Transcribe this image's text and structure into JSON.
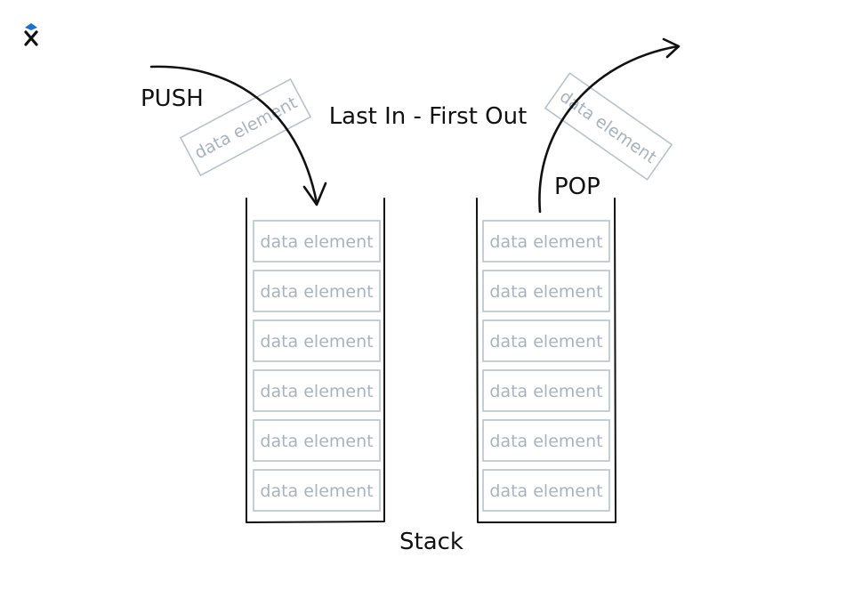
{
  "diagram": {
    "title": "Last In - First Out",
    "caption": "Stack",
    "push_label": "PUSH",
    "pop_label": "POP",
    "element_label": "data element",
    "stacks": [
      {
        "items": [
          "data element",
          "data element",
          "data element",
          "data element",
          "data element",
          "data element"
        ]
      },
      {
        "items": [
          "data element",
          "data element",
          "data element",
          "data element",
          "data element",
          "data element"
        ]
      }
    ],
    "incoming_element": "data element",
    "outgoing_element": "data element"
  },
  "logo": {
    "icon": "x-logo-icon",
    "accent": "#1f6fd1"
  }
}
